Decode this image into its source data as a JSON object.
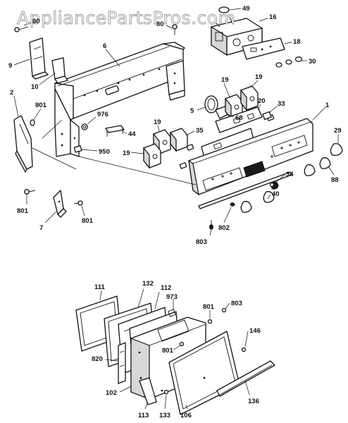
{
  "watermark": "AppliancePartsPros.com",
  "callouts": {
    "c49": "49",
    "c16": "16",
    "c18": "18",
    "c30": "30",
    "c80a": "80",
    "c80b": "80",
    "c9": "9",
    "c6": "6",
    "c10": "10",
    "c2": "2",
    "c801a": "801",
    "c976": "976",
    "c44": "44",
    "c950": "950",
    "c19a": "19",
    "c19b": "19",
    "c19c": "19",
    "c19d": "19",
    "c20": "20",
    "c5": "5",
    "c68": "68",
    "c35": "35",
    "c33": "33",
    "c1": "1",
    "c29": "29",
    "c88": "88",
    "c34": "34",
    "c40": "40",
    "c801b": "801",
    "c801c": "801",
    "c7": "7",
    "c802": "802",
    "c803a": "803",
    "c111": "111",
    "c132": "132",
    "c112": "112",
    "c973": "973",
    "c801d": "801",
    "c803b": "803",
    "c146": "146",
    "c820": "820",
    "c801e": "801",
    "c102": "102",
    "c136": "136",
    "c113": "113",
    "c133": "133",
    "c106": "106"
  }
}
